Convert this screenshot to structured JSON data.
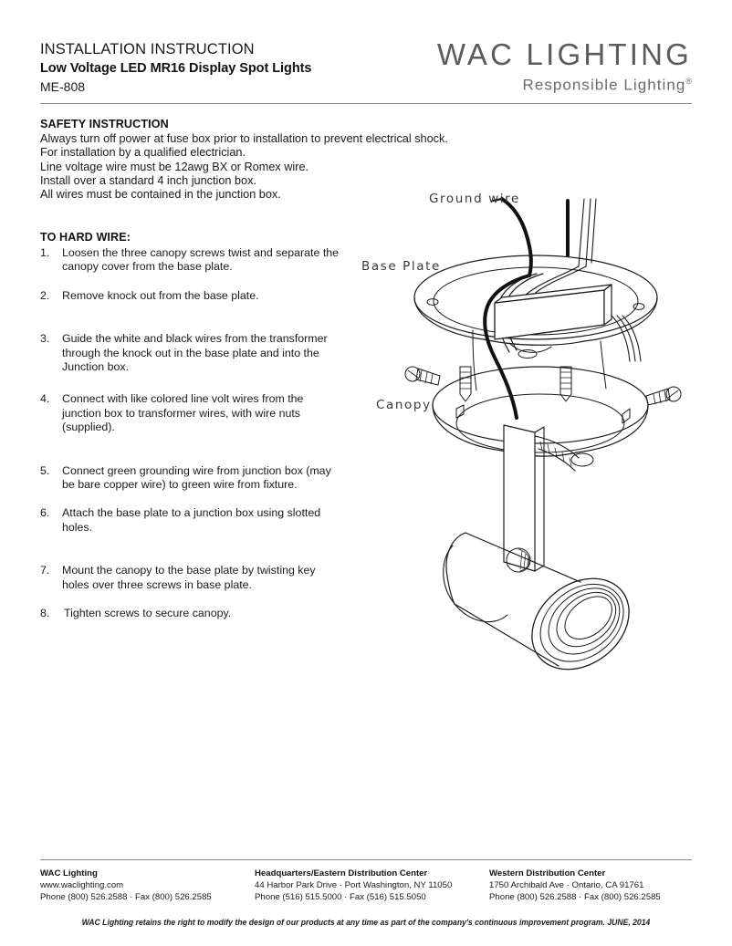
{
  "header": {
    "kicker": "INSTALLATION INSTRUCTION",
    "title": "Low Voltage LED MR16 Display Spot Lights",
    "model": "ME-808",
    "brand_name": "WAC LIGHTING",
    "brand_tagline": "Responsible Lighting",
    "brand_tagline_mark": "®"
  },
  "safety": {
    "heading": "SAFETY INSTRUCTION",
    "lines": [
      "Always turn off power at fuse box prior to installation to prevent electrical shock.",
      "For installation by a qualified electrician.",
      "Line voltage wire must be 12awg BX or Romex wire.",
      "Install over a standard 4 inch junction box.",
      "All wires must be contained in the junction box."
    ]
  },
  "hardwire": {
    "heading": "TO HARD WIRE:",
    "steps": [
      {
        "num": "1.",
        "text": "Loosen the three canopy screws twist and separate the canopy cover from the base plate."
      },
      {
        "num": "2.",
        "text": "Remove knock out from the base plate."
      },
      {
        "num": "3.",
        "text": "Guide the white and black wires from the transformer through the knock out in the base plate and into the Junction box."
      },
      {
        "num": "4.",
        "text": "Connect with like colored line volt wires from the junction box to transformer wires, with wire nuts (supplied)."
      },
      {
        "num": "5.",
        "text": "Connect green grounding wire from junction box (may be bare copper wire) to green wire from fixture."
      },
      {
        "num": "6.",
        "text": "Attach the base plate to a junction box using slotted holes."
      },
      {
        "num": "7.",
        "text": "Mount the canopy to the base plate by twisting key holes over three screws in base plate."
      },
      {
        "num": "8.",
        "text": "Tighten screws to secure canopy."
      }
    ]
  },
  "figure": {
    "labels": {
      "ground_wire": "Ground  wire",
      "base_plate": "Base  Plate",
      "canopy": "Canopy"
    }
  },
  "footer": {
    "columns": [
      {
        "head": "WAC Lighting",
        "lines": [
          "www.waclighting.com",
          "Phone (800) 526.2588 · Fax (800) 526.2585"
        ]
      },
      {
        "head": "Headquarters/Eastern Distribution Center",
        "lines": [
          "44 Harbor Park Drive · Port Washington, NY 11050",
          "Phone (516) 515.5000 · Fax (516) 515.5050"
        ]
      },
      {
        "head": "Western Distribution Center",
        "lines": [
          "1750 Archibald Ave · Ontario, CA 91761",
          "Phone (800) 526.2588 · Fax (800) 526.2585"
        ]
      }
    ],
    "disclaimer": "WAC Lighting retains the right to modify the design of our products at any time as part of the company's continuous improvement program.   JUNE, 2014"
  }
}
